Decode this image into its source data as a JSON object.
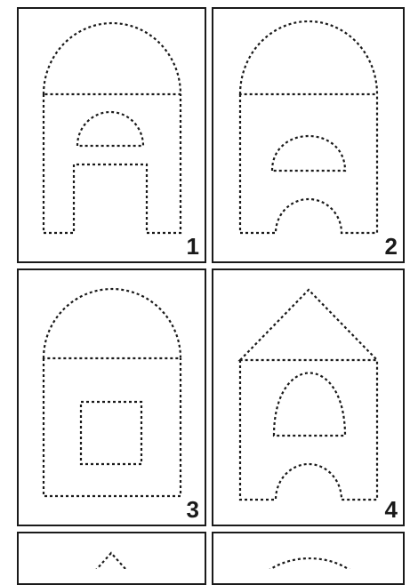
{
  "cards": [
    {
      "number": "1",
      "icon": "arch-with-door-icon"
    },
    {
      "number": "2",
      "icon": "arch-with-arched-openings-icon"
    },
    {
      "number": "3",
      "icon": "arch-with-square-window-icon"
    },
    {
      "number": "4",
      "icon": "house-with-roof-icon"
    },
    {
      "number": "",
      "icon": "triangle-roof-partial-icon"
    },
    {
      "number": "",
      "icon": "dome-partial-icon"
    }
  ],
  "colors": {
    "line": "#1a1a1a",
    "background": "#ffffff"
  }
}
